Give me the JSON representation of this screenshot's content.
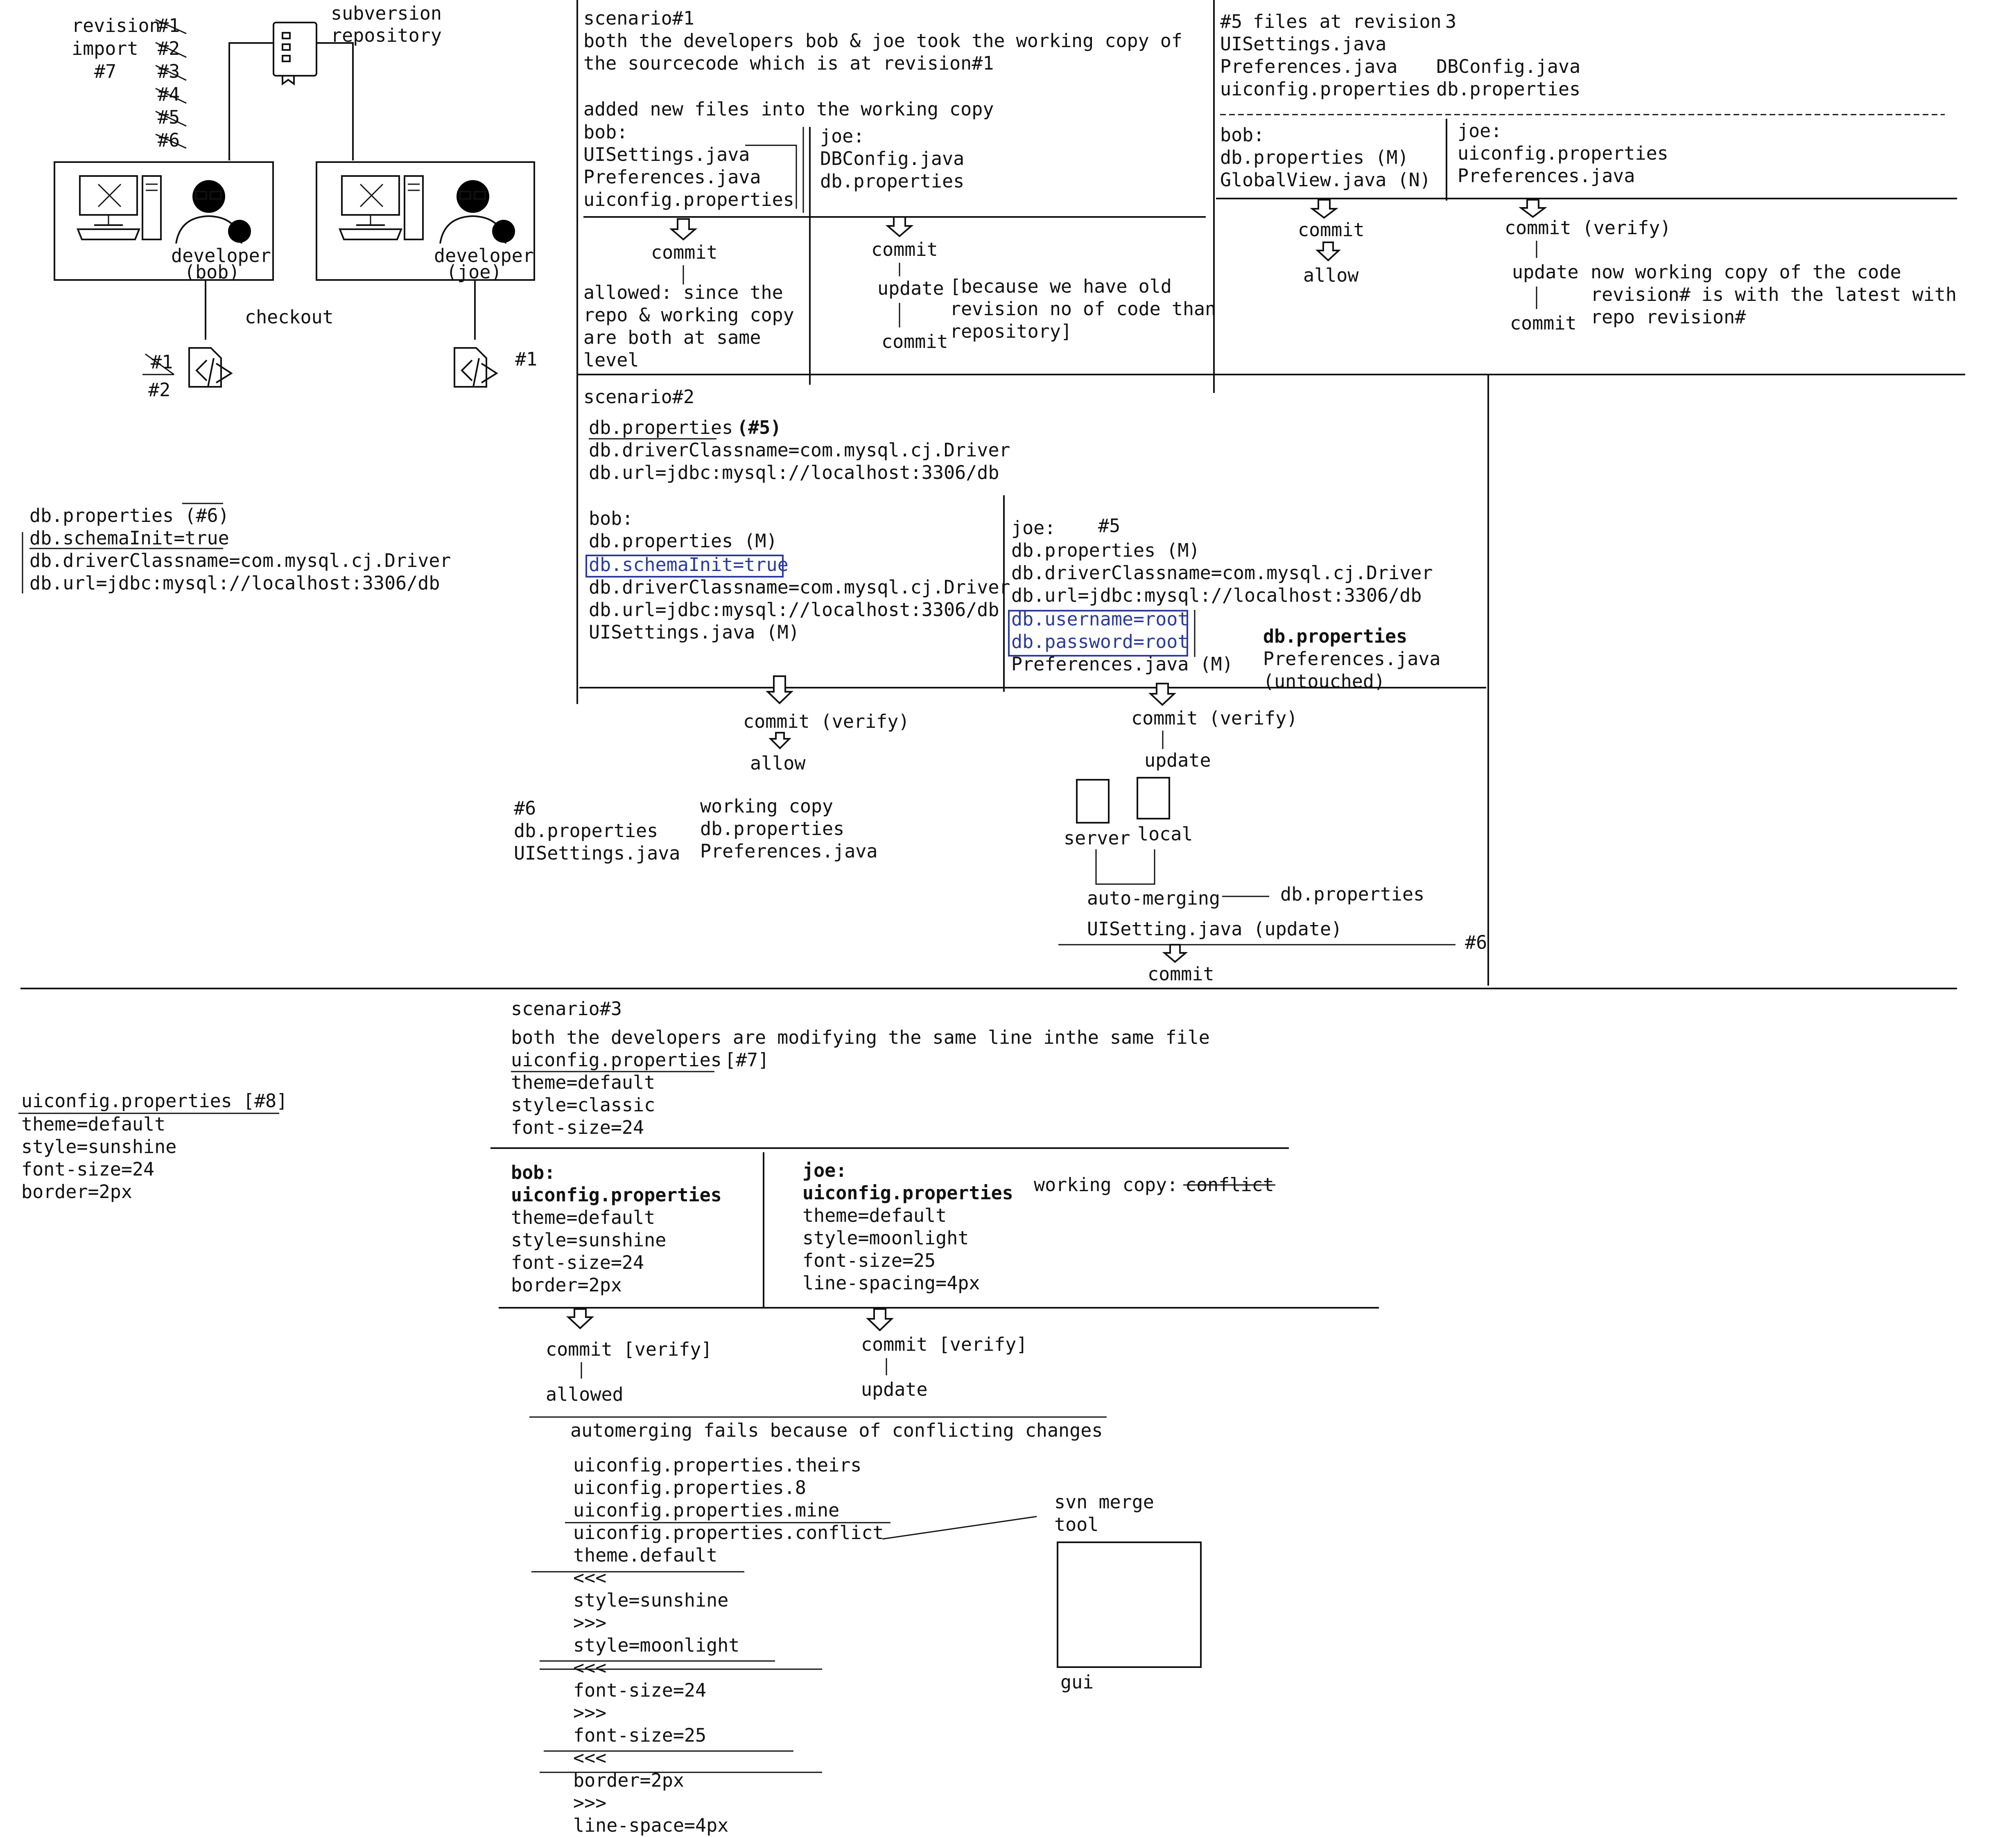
{
  "repo_section": {
    "revision_label": "revision",
    "import_label": "import",
    "import_rev": "#7",
    "revisions": [
      "#1",
      "#2",
      "#3",
      "#4",
      "#5",
      "#6"
    ],
    "repo_title_1": "subversion",
    "repo_title_2": "repository",
    "dev_bob_1": "developer",
    "dev_bob_2": "(bob)",
    "dev_joe_1": "developer",
    "dev_joe_2": "(joe)",
    "checkout": "checkout",
    "bob_rev_old": "#1",
    "bob_rev_new": "#2",
    "joe_rev": "#1"
  },
  "side_note_6": {
    "title": "db.properties (#6)",
    "lines": [
      "db.schemaInit=true",
      "db.driverClassname=com.mysql.cj.Driver",
      "db.url=jdbc:mysql://localhost:3306/db"
    ]
  },
  "scenario1": {
    "title": "scenario#1",
    "desc_1": "both the developers bob & joe took the working copy of",
    "desc_2": "the sourcecode which is at revision#1",
    "added": "added new files into the working copy",
    "bob_label": "bob:",
    "bob_files": [
      "UISettings.java",
      "Preferences.java",
      "uiconfig.properties"
    ],
    "joe_label": "joe:",
    "joe_files": [
      "DBConfig.java",
      "db.properties"
    ],
    "commit": "commit",
    "allowed_lines": [
      "allowed: since the",
      "repo & working copy",
      "are both at same",
      "level"
    ],
    "joe_commit": "commit",
    "joe_update": "update",
    "joe_commit2": "commit",
    "because_lines": [
      "[because we have old",
      "revision no of code than",
      "repository]"
    ]
  },
  "rev5": {
    "title_hash": "#5",
    "title_text": "files at revision",
    "title_num": "3",
    "files_left": [
      "UISettings.java",
      "Preferences.java",
      "uiconfig.properties"
    ],
    "files_right": [
      "DBConfig.java",
      "db.properties"
    ],
    "bob_label": "bob:",
    "bob_files": [
      "db.properties (M)",
      "GlobalView.java (N)"
    ],
    "joe_label": "joe:",
    "joe_files": [
      "uiconfig.properties",
      "Preferences.java"
    ],
    "commit": "commit",
    "allow": "allow",
    "commit_verify": "commit (verify)",
    "update": "update",
    "commit2": "commit",
    "note_lines": [
      "now working copy of the code",
      "revision# is with the latest with",
      "repo revision#"
    ]
  },
  "scenario2": {
    "title": "scenario#2",
    "file": "db.properties",
    "file_rev": "(#5)",
    "lines": [
      "db.driverClassname=com.mysql.cj.Driver",
      "db.url=jdbc:mysql://localhost:3306/db"
    ],
    "bob_label": "bob:",
    "bob_file": "db.properties (M)",
    "bob_new": "db.schemaInit=true",
    "bob_lines": [
      "db.driverClassname=com.mysql.cj.Driver",
      "db.url=jdbc:mysql://localhost:3306/db"
    ],
    "bob_ui": "UISettings.java (M)",
    "joe_label": "joe:",
    "joe_rev": "#5",
    "joe_file": "db.properties (M)",
    "joe_lines": [
      "db.driverClassname=com.mysql.cj.Driver",
      "db.url=jdbc:mysql://localhost:3306/db"
    ],
    "joe_new": [
      "db.username=root",
      "db.password=root"
    ],
    "joe_pref": "Preferences.java (M)",
    "right_title": "db.properties",
    "right_lines": [
      "Preferences.java",
      "(untouched)"
    ],
    "bob_commit": "commit (verify)",
    "bob_allow": "allow",
    "rev6_label": "#6",
    "rev6_files": [
      "db.properties",
      "UISettings.java"
    ],
    "wc_label": "working copy",
    "wc_files": [
      "db.properties",
      "Preferences.java"
    ],
    "joe_commit": "commit (verify)",
    "joe_update": "update",
    "server": "server",
    "local": "local",
    "auto_merging": "auto-merging",
    "merge_file": "db.properties",
    "uisetting": "UISetting.java (update)",
    "rev6_right": "#6",
    "final_commit": "commit"
  },
  "uiconfig_8": {
    "title": "uiconfig.properties [#8]",
    "lines": [
      "theme=default",
      "style=sunshine",
      "font-size=24",
      "border=2px"
    ]
  },
  "scenario3": {
    "title": "scenario#3",
    "desc": "both the developers are modifying the same line inthe same file",
    "file": "uiconfig.properties",
    "file_rev": "[#7]",
    "lines": [
      "theme=default",
      "style=classic",
      "font-size=24"
    ],
    "bob_label": "bob:",
    "bob_file": "uiconfig.properties",
    "bob_lines": [
      "theme=default",
      "style=sunshine",
      "font-size=24",
      "border=2px"
    ],
    "joe_label": "joe:",
    "joe_file": "uiconfig.properties",
    "joe_lines": [
      "theme=default",
      "style=moonlight",
      "font-size=25",
      "line-spacing=4px"
    ],
    "wc_conflict_label": "working copy:",
    "wc_conflict": "conflict",
    "bob_commit": "commit [verify]",
    "bob_allowed": "allowed",
    "joe_commit": "commit [verify]",
    "joe_update": "update",
    "fail_msg": "automerging fails because of conflicting changes",
    "conflict_files": [
      "uiconfig.properties.theirs",
      "uiconfig.properties.8",
      "uiconfig.properties.mine",
      "uiconfig.properties.conflict"
    ],
    "merge_lines": [
      "theme.default",
      "<<<",
      "style=sunshine",
      ">>>",
      "style=moonlight",
      "<<<",
      "font-size=24",
      ">>>",
      "font-size=25",
      "<<<",
      "border=2px",
      ">>>",
      "line-space=4px"
    ],
    "tool_1": "svn merge",
    "tool_2": "tool",
    "gui": "gui"
  }
}
